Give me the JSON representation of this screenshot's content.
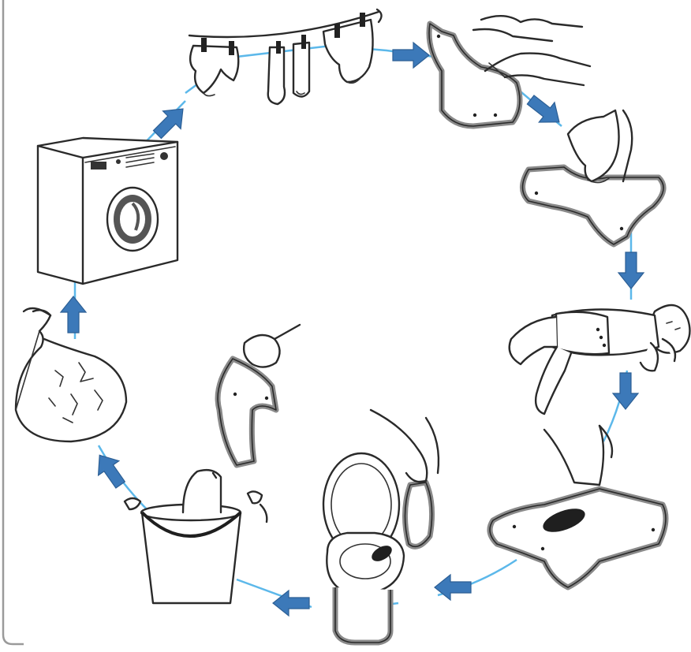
{
  "colors": {
    "cycle_line": "#5cb8ea",
    "arrow_fill": "#3c79b9",
    "arrow_stroke": "#2c5f95",
    "ink": "#2a2a2a",
    "frame": "#9a9a9a",
    "diaper_edge": "#8a8a8a",
    "stain": "#1f1f1f"
  },
  "steps": [
    {
      "name": "drying-on-clothesline",
      "icon": "clothesline-icon"
    },
    {
      "name": "folding-diaper",
      "icon": "hands-folding-icon"
    },
    {
      "name": "diaper-on-baby-legs",
      "icon": "open-diaper-icon"
    },
    {
      "name": "baby-wearing-diaper",
      "icon": "baby-icon"
    },
    {
      "name": "soiled-diaper",
      "icon": "soiled-diaper-icon"
    },
    {
      "name": "empty-into-toilet",
      "icon": "toilet-icon"
    },
    {
      "name": "rinse-in-bucket",
      "icon": "bucket-icon"
    },
    {
      "name": "store-in-wet-bag",
      "icon": "wet-bag-icon"
    },
    {
      "name": "machine-wash",
      "icon": "washing-machine-icon"
    }
  ],
  "arrows": [
    {
      "name": "arrow-clothesline-to-folding",
      "direction": "right"
    },
    {
      "name": "arrow-folding-to-open-diaper",
      "direction": "down-right"
    },
    {
      "name": "arrow-open-diaper-to-baby",
      "direction": "down"
    },
    {
      "name": "arrow-baby-to-soiled",
      "direction": "down"
    },
    {
      "name": "arrow-soiled-to-toilet",
      "direction": "left"
    },
    {
      "name": "arrow-toilet-to-bucket",
      "direction": "left"
    },
    {
      "name": "arrow-bucket-to-wetbag",
      "direction": "up-left"
    },
    {
      "name": "arrow-wetbag-to-washer",
      "direction": "up"
    },
    {
      "name": "arrow-washer-to-clothesline",
      "direction": "up-right"
    }
  ]
}
